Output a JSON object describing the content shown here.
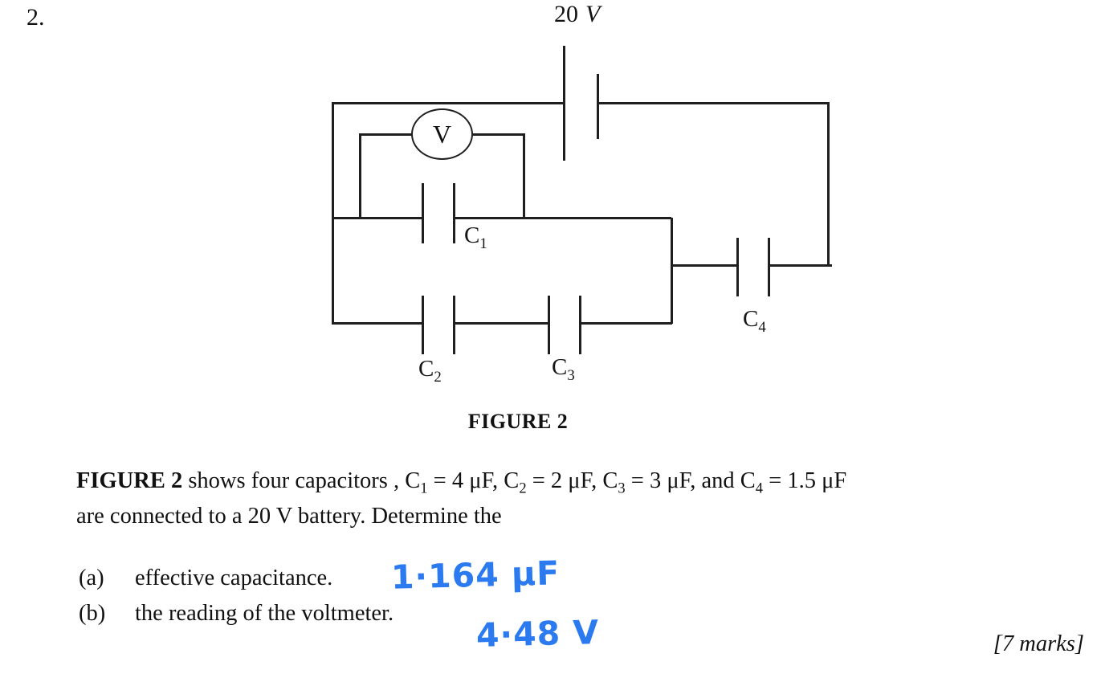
{
  "page": {
    "problem_number": "2.",
    "marks": "[7 marks]"
  },
  "figure": {
    "caption": "FIGURE 2",
    "battery_label": {
      "value": "20",
      "unit": "V"
    },
    "voltmeter_label": "V",
    "capacitors": {
      "c1": {
        "main": "C",
        "sub": "1"
      },
      "c2": {
        "main": "C",
        "sub": "2"
      },
      "c3": {
        "main": "C",
        "sub": "3"
      },
      "c4": {
        "main": "C",
        "sub": "4"
      }
    }
  },
  "paragraph": {
    "bold": "FIGURE 2",
    "s1": " shows four capacitors , C",
    "sub1": "1",
    "s2": " = 4 μF, C",
    "sub2": "2",
    "s3": " = 2 μF, C",
    "sub3": "3",
    "s4": " = 3 μF, and C",
    "sub4": "4",
    "s5": " = 1.5 μF",
    "line2": "are connected to a 20 V battery. Determine the"
  },
  "questions": {
    "a": {
      "label": "(a)",
      "text": "effective capacitance."
    },
    "b": {
      "label": "(b)",
      "text": "the reading of the voltmeter."
    }
  },
  "handwritten": {
    "answer_a": "1·164 μF",
    "answer_b": "4·48 V",
    "ink_color": "#2b7af0"
  }
}
